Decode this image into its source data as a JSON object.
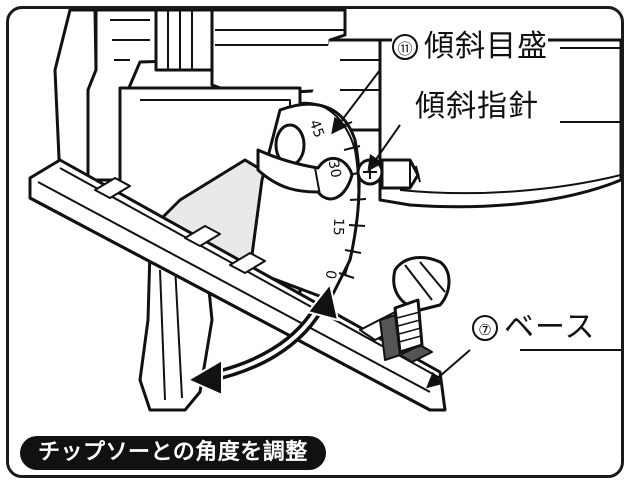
{
  "callouts": {
    "bevel_scale": {
      "number": "⑪",
      "label": "傾斜目盛"
    },
    "bevel_pointer": {
      "label": "傾斜指針"
    },
    "base": {
      "number": "⑦",
      "label": "ベース"
    }
  },
  "scale_ticks": [
    "45",
    "30",
    "15",
    "0"
  ],
  "caption": "チップソーとの角度を調整",
  "colors": {
    "ink": "#111111",
    "paper": "#ffffff",
    "shade": "#555555",
    "panel": "#e9e9e9"
  }
}
